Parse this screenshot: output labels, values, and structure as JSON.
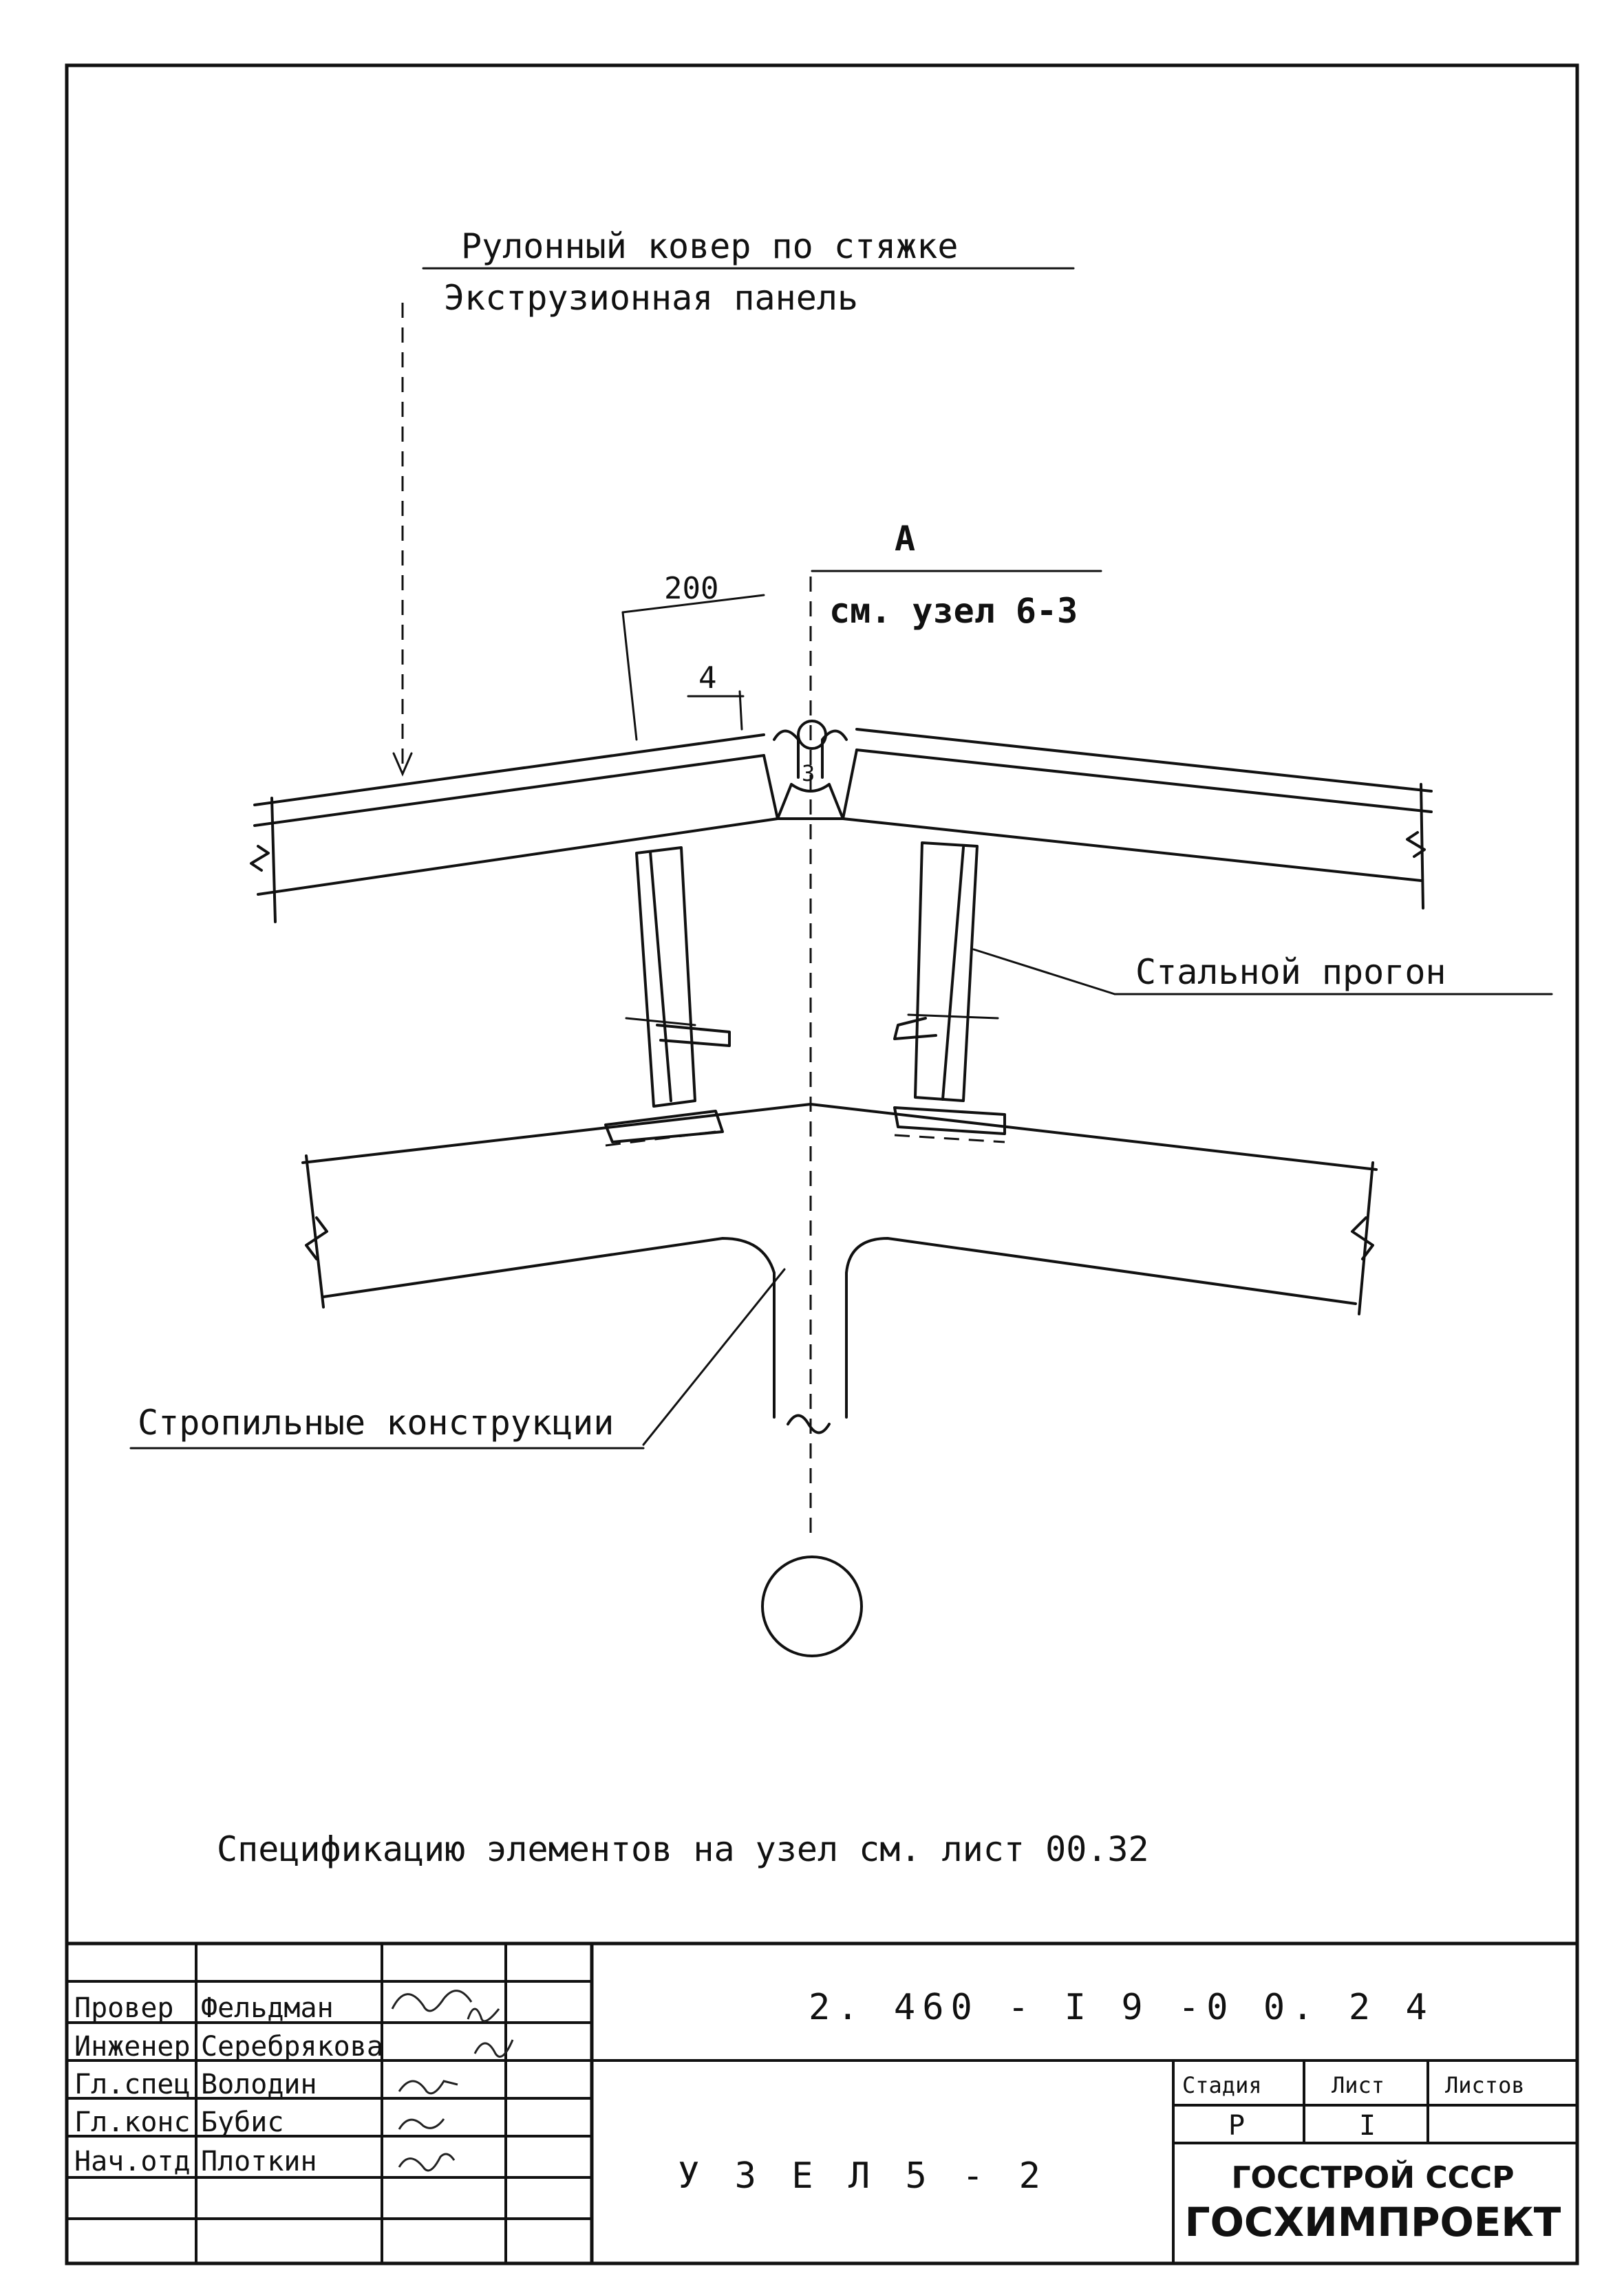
{
  "drawing": {
    "label_roofing": "Рулонный ковер по стяжке",
    "label_panel": "Экструзионная панель",
    "section_mark": "А",
    "ref_node": "см. узел 6-3",
    "dim_200": "200",
    "dim_4": "4",
    "mark_3": "3",
    "label_purlin": "Стальной прогон",
    "label_rafters": "Стропильные конструкции",
    "spec_note": "Спецификацию элементов на узел  см. лист 00.32"
  },
  "title_block": {
    "doc_code": "2. 460 - I 9 -0 0. 2 4",
    "title": "У З Е Л   5 - 2",
    "stage_header": "Стадия",
    "sheet_header": "Лист",
    "sheets_header": "Листов",
    "stage_value": "Р",
    "sheet_value": "I",
    "sheets_value": "",
    "org_line1": "ГОССТРОЙ СССР",
    "org_line2": "ГОСХИМПРОЕКТ",
    "staff": [
      {
        "role": "Провер",
        "name": "Фельдман"
      },
      {
        "role": "Инженер",
        "name": "Серебрякова"
      },
      {
        "role": "Гл.спец",
        "name": "Володин"
      },
      {
        "role": "Гл.конс",
        "name": "Бубис"
      },
      {
        "role": "Нач.отд",
        "name": "Плоткин"
      }
    ]
  }
}
